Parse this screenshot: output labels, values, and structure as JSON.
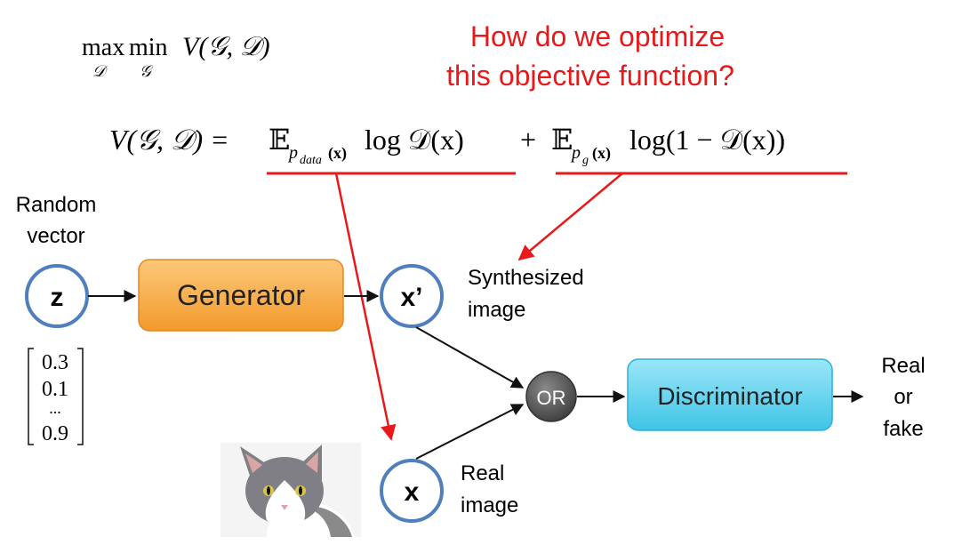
{
  "objective": {
    "max_op": "max",
    "max_sub": "𝒟",
    "min_op": "min",
    "min_sub": "𝒢",
    "value_fn": "V(𝒢, 𝒟)"
  },
  "question": {
    "line1": "How do we optimize",
    "line2": "this objective function?"
  },
  "equation": {
    "lhs": "V(𝒢, 𝒟) =",
    "term1": "𝔼",
    "term1_sub": "p",
    "term1_subsub": "data",
    "term1_arg": "(x)",
    "term1_log": "log 𝒟(x)",
    "plus": "+",
    "term2": "𝔼",
    "term2_sub": "p",
    "term2_subsub": "g",
    "term2_arg": "(x)",
    "term2_log": "log(1 − 𝒟(x))"
  },
  "nodes": {
    "random_vector_label": [
      "Random",
      "vector"
    ],
    "z": "z",
    "generator": "Generator",
    "x_fake": "x’",
    "synthesized_label": [
      "Synthesized",
      "image"
    ],
    "or": "OR",
    "discriminator": "Discriminator",
    "output_label": [
      "Real",
      "or",
      "fake"
    ],
    "x_real": "x",
    "real_image_label": [
      "Real",
      "image"
    ]
  },
  "vector": [
    "0.3",
    "0.1",
    "...",
    "0.9"
  ],
  "colors": {
    "red": "#e8191b",
    "node_border": "#4f7fbd",
    "generator_fill": "#f6a33a",
    "discriminator_fill": "#5cd0ec",
    "or_fill": "#5a5a5a"
  },
  "image_icon": "cat-photo"
}
